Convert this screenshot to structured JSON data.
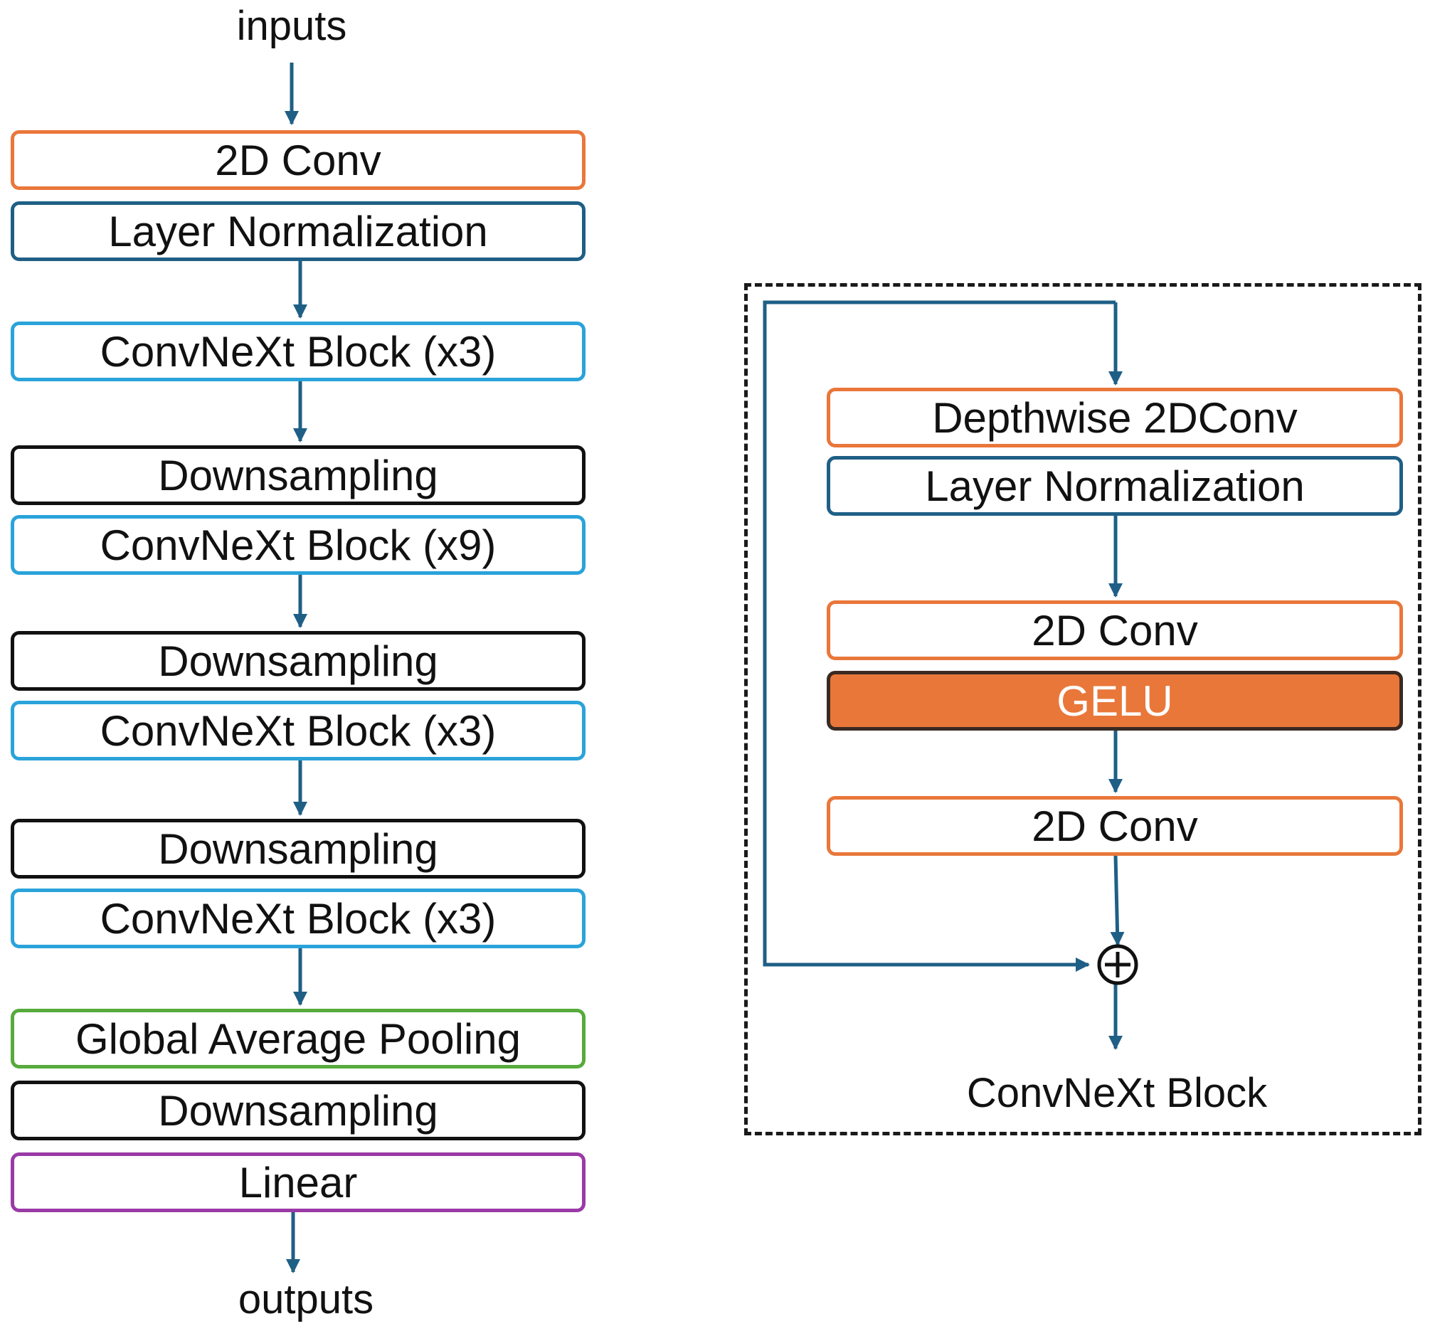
{
  "main_flow": {
    "input_label": "inputs",
    "output_label": "outputs",
    "layers": [
      {
        "label": "2D Conv",
        "kind": "conv"
      },
      {
        "label": "Layer Normalization",
        "kind": "layernorm"
      },
      {
        "label": "ConvNeXt Block (x3)",
        "kind": "block"
      },
      {
        "label": "Downsampling",
        "kind": "downsampling"
      },
      {
        "label": "ConvNeXt Block (x9)",
        "kind": "block"
      },
      {
        "label": "Downsampling",
        "kind": "downsampling"
      },
      {
        "label": "ConvNeXt Block (x3)",
        "kind": "block"
      },
      {
        "label": "Downsampling",
        "kind": "downsampling"
      },
      {
        "label": "ConvNeXt Block (x3)",
        "kind": "block"
      },
      {
        "label": "Global Average Pooling",
        "kind": "pooling"
      },
      {
        "label": "Downsampling",
        "kind": "downsampling"
      },
      {
        "label": "Linear",
        "kind": "linear"
      }
    ]
  },
  "block_detail": {
    "title": "ConvNeXt Block",
    "layers": [
      {
        "label": "Depthwise 2DConv",
        "kind": "conv"
      },
      {
        "label": "Layer Normalization",
        "kind": "layernorm"
      },
      {
        "label": "2D Conv",
        "kind": "conv"
      },
      {
        "label": "GELU",
        "kind": "activation"
      },
      {
        "label": "2D Conv",
        "kind": "conv"
      }
    ],
    "sum_symbol": "+"
  },
  "colors": {
    "arrow": "#1f5f86",
    "conv": "#e9773a",
    "layernorm": "#1f5f86",
    "block": "#2aa3da",
    "downsampling": "#111111",
    "pooling": "#57aa3c",
    "linear": "#9a3aa7",
    "activation_fill": "#e9773a"
  }
}
